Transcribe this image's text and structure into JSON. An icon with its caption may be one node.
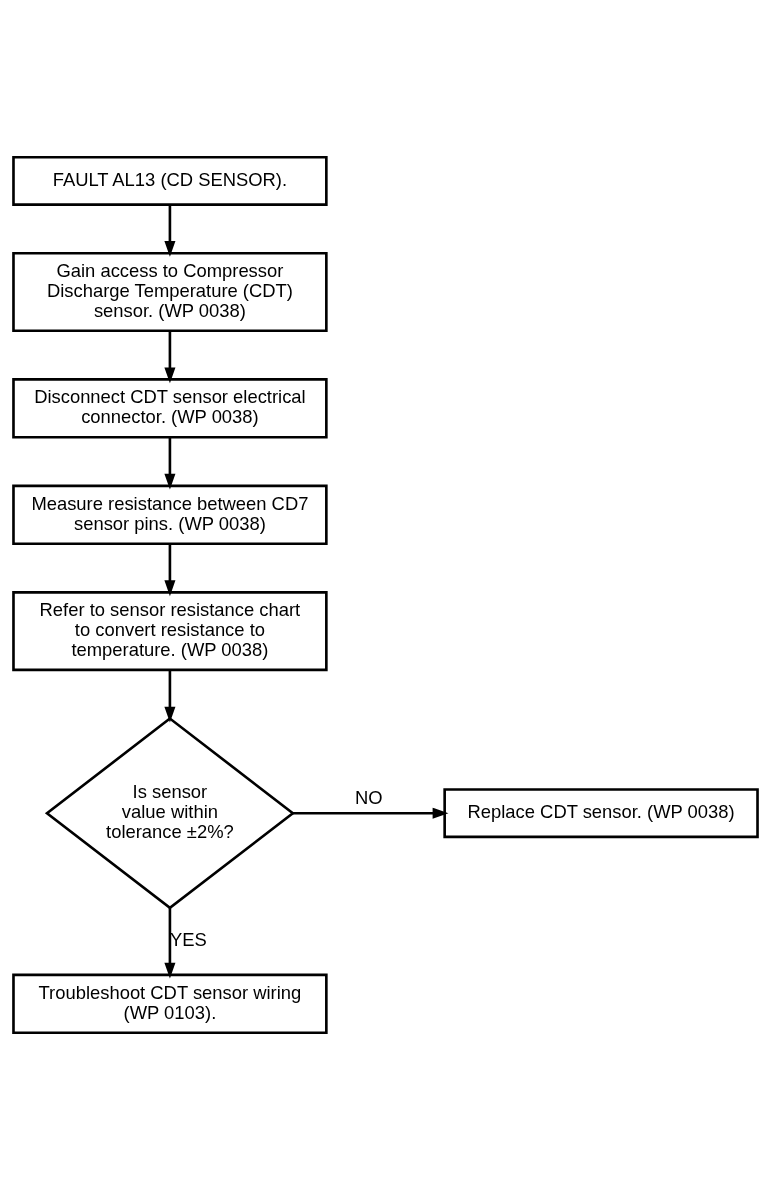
{
  "diagram": {
    "nodes": [
      {
        "text": [
          "FAULT AL13 (CD SENSOR)."
        ]
      },
      {
        "text": [
          "Gain access to Compressor Discharge Temperature (CDT) sensor. (WP 0038)"
        ]
      },
      {
        "text": [
          "Disconnect CDT sensor electrical connector. (WP 0038)"
        ]
      },
      {
        "text": [
          "Measure resistance between CD7 sensor pins. (WP 0038)"
        ]
      },
      {
        "text": [
          "Refer to sensor resistance chart to convert resistance to temperature. (WP 0038)"
        ]
      },
      {
        "text": [
          "Is sensor value within tolerance ±2%?"
        ]
      },
      {
        "text": [
          "Replace CDT sensor. (WP 0038)"
        ]
      },
      {
        "text": [
          "Troubleshoot CDT sensor wiring (WP 0103)."
        ]
      }
    ],
    "edges": [
      {
        "from": 0,
        "to": 1,
        "arrow": "to"
      },
      {
        "from": 1,
        "to": 2,
        "arrow": "to"
      },
      {
        "from": 2,
        "to": 3,
        "arrow": "to"
      },
      {
        "from": 3,
        "to": 4,
        "arrow": "to"
      },
      {
        "from": 4,
        "to": 5,
        "arrow": "to"
      },
      {
        "from": 5,
        "to": 6,
        "arrow": "to",
        "label": "NO"
      },
      {
        "from": 5,
        "to": 7,
        "arrow": "to",
        "label": "YES"
      }
    ]
  }
}
